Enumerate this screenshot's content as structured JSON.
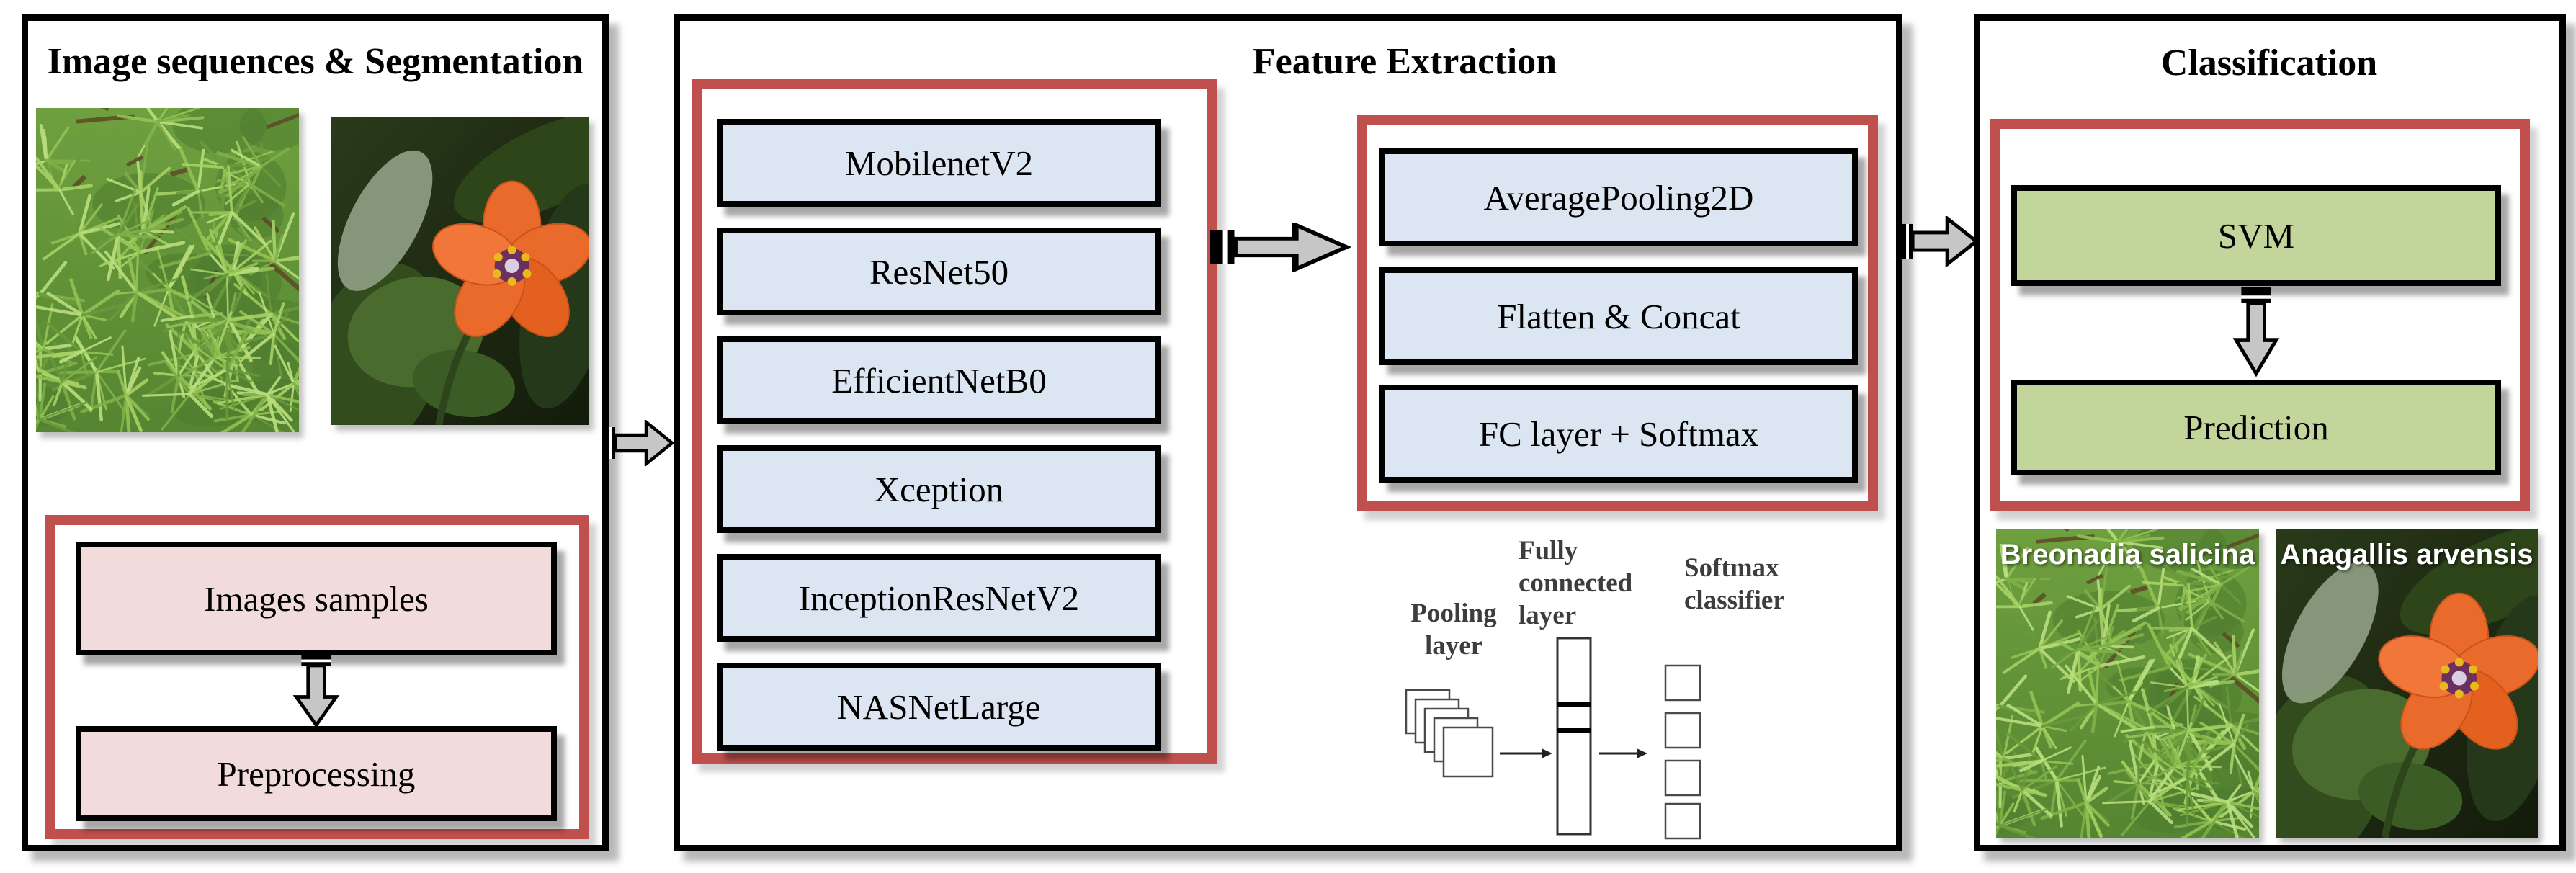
{
  "figure": {
    "panel1": {
      "title": "Image sequences & Segmentation",
      "flow": [
        "Images samples",
        "Preprocessing"
      ]
    },
    "panel2": {
      "title": "Feature Extraction",
      "models": [
        "MobilenetV2",
        "ResNet50",
        "EfficientNetB0",
        "Xception",
        "InceptionResNetV2",
        "NASNetLarge"
      ],
      "fusion": [
        "AveragePooling2D",
        "Flatten & Concat",
        "FC layer + Softmax"
      ],
      "diagram": {
        "pooling": [
          "Pooling",
          "layer"
        ],
        "fc": [
          "Fully",
          "connected",
          "layer"
        ],
        "softmax": [
          "Softmax",
          "classifier"
        ]
      }
    },
    "panel3": {
      "title": "Classification",
      "flow": [
        "SVM",
        "Prediction"
      ],
      "species": [
        "Breonadia salicina",
        "Anagallis arvensis"
      ]
    }
  },
  "colors": {
    "frame_red": "#c0504d",
    "box_blue": "#dce6f2",
    "box_pink": "#f2dcdb",
    "box_green": "#c2d69b",
    "arrow_gray": "#c6c6c6",
    "border_black": "#000000"
  }
}
